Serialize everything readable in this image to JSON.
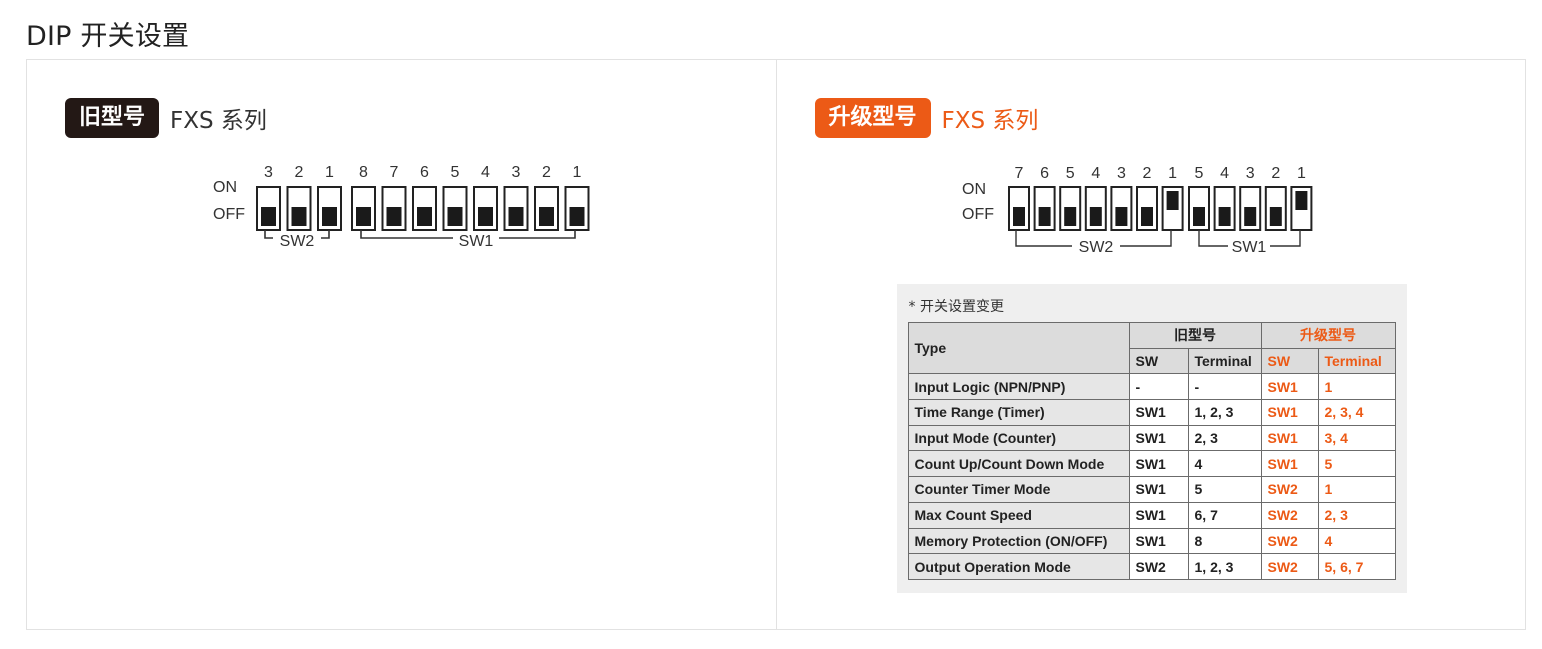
{
  "page": {
    "title": "DIP 开关设置"
  },
  "old_panel": {
    "badge": "旧型号",
    "series": "FXS 系列",
    "on_label": "ON",
    "off_label": "OFF",
    "sw2_numbers": [
      "3",
      "2",
      "1"
    ],
    "sw1_numbers": [
      "8",
      "7",
      "6",
      "5",
      "4",
      "3",
      "2",
      "1"
    ],
    "sw2_label": "SW2",
    "sw1_label": "SW1",
    "sw2_states": [
      "OFF",
      "OFF",
      "OFF"
    ],
    "sw1_states": [
      "OFF",
      "OFF",
      "OFF",
      "OFF",
      "OFF",
      "OFF",
      "OFF",
      "OFF"
    ]
  },
  "new_panel": {
    "badge": "升级型号",
    "series": "FXS 系列",
    "on_label": "ON",
    "off_label": "OFF",
    "sw2_numbers": [
      "7",
      "6",
      "5",
      "4",
      "3",
      "2",
      "1"
    ],
    "sw1_numbers": [
      "5",
      "4",
      "3",
      "2",
      "1"
    ],
    "sw2_label": "SW2",
    "sw1_label": "SW1",
    "sw2_states": [
      "OFF",
      "OFF",
      "OFF",
      "OFF",
      "OFF",
      "OFF",
      "ON"
    ],
    "sw1_states": [
      "OFF",
      "OFF",
      "OFF",
      "OFF",
      "ON"
    ]
  },
  "change_table": {
    "note": "* 开关设置变更",
    "type_header": "Type",
    "old_header": "旧型号",
    "new_header": "升级型号",
    "sw_header": "SW",
    "terminal_header": "Terminal",
    "rows": [
      {
        "type": "Input Logic (NPN/PNP)",
        "old_sw": "-",
        "old_terminal": "-",
        "new_sw": "SW1",
        "new_terminal": "1"
      },
      {
        "type": "Time Range (Timer)",
        "old_sw": "SW1",
        "old_terminal": "1, 2, 3",
        "new_sw": "SW1",
        "new_terminal": "2, 3, 4"
      },
      {
        "type": "Input Mode (Counter)",
        "old_sw": "SW1",
        "old_terminal": "2, 3",
        "new_sw": "SW1",
        "new_terminal": "3, 4"
      },
      {
        "type": "Count Up/Count Down Mode",
        "old_sw": "SW1",
        "old_terminal": "4",
        "new_sw": "SW1",
        "new_terminal": "5"
      },
      {
        "type": "Counter Timer Mode",
        "old_sw": "SW1",
        "old_terminal": "5",
        "new_sw": "SW2",
        "new_terminal": "1"
      },
      {
        "type": "Max Count Speed",
        "old_sw": "SW1",
        "old_terminal": "6, 7",
        "new_sw": "SW2",
        "new_terminal": "2, 3"
      },
      {
        "type": "Memory Protection (ON/OFF)",
        "old_sw": "SW1",
        "old_terminal": "8",
        "new_sw": "SW2",
        "new_terminal": "4"
      },
      {
        "type": "Output Operation Mode",
        "old_sw": "SW2",
        "old_terminal": "1, 2, 3",
        "new_sw": "SW2",
        "new_terminal": "5, 6, 7"
      }
    ]
  },
  "colors": {
    "accent": "#ec5a16",
    "dark_badge": "#231815"
  }
}
